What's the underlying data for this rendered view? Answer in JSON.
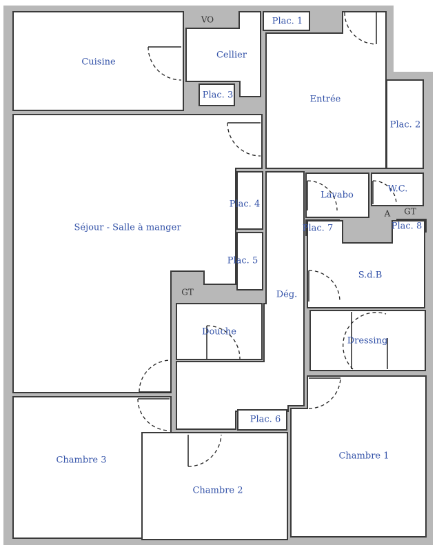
{
  "rooms": {
    "cuisine": "Cuisine",
    "cellier": "Cellier",
    "plac1": "Plac. 1",
    "plac2": "Plac. 2",
    "plac3": "Plac. 3",
    "plac4": "Plac. 4",
    "plac5": "Plac. 5",
    "plac6": "Plac. 6",
    "plac7": "Plac. 7",
    "plac8": "Plac. 8",
    "entree": "Entrée",
    "sejour": "Séjour - Salle à manger",
    "lavabo": "Lavabo",
    "wc": "W.C.",
    "sdb": "S.d.B",
    "deg": "Dég.",
    "douche": "Douche",
    "dressing": "Dressing",
    "chambre1": "Chambre 1",
    "chambre2": "Chambre 2",
    "chambre3": "Chambre 3"
  },
  "tags": {
    "vo": "VO",
    "gt_left": "GT",
    "gt_right": "GT",
    "a": "A"
  },
  "colors": {
    "wall": "#b8b8b8",
    "room_label": "#3352a8",
    "tag_label": "#333333",
    "outline": "#3a3a3a"
  }
}
